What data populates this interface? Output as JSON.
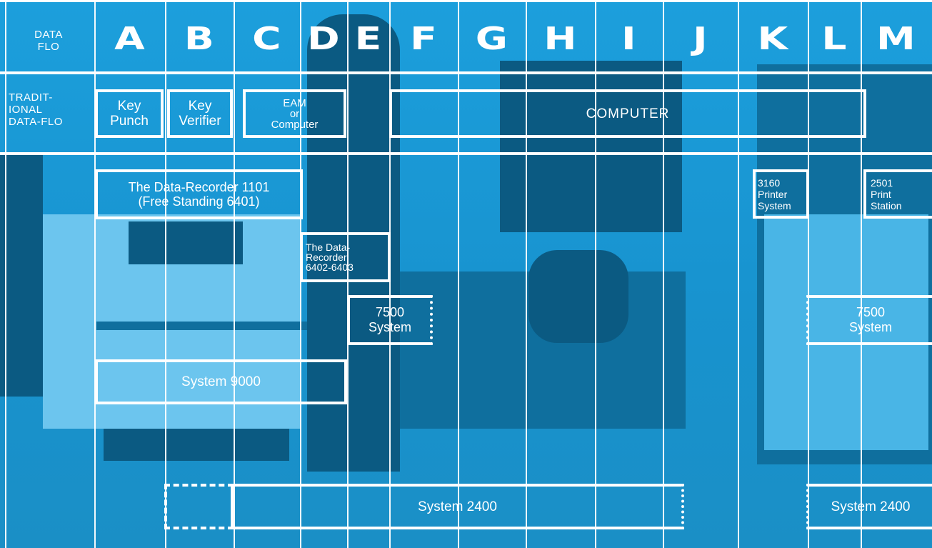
{
  "header": {
    "corner_label": "DATA\nFLO",
    "columns": [
      "A",
      "B",
      "C",
      "D",
      "E",
      "F",
      "G",
      "H",
      "I",
      "J",
      "K",
      "L",
      "M"
    ]
  },
  "traditional_row": {
    "label": "TRADIT-\nIONAL\nDATA-FLO",
    "key_punch": "Key\nPunch",
    "key_verifier": "Key\nVerifier",
    "eam": "EAM\nor\nComputer",
    "computer": "COMPUTER"
  },
  "systems": {
    "data_recorder_1101": "The Data-Recorder 1101\n(Free Standing 6401)",
    "data_recorder_6402": "The Data-\nRecorder\n6402-6403",
    "system_7500_left": "7500\nSystem",
    "system_9000": "System 9000",
    "system_2400_main": "System 2400",
    "printer_3160": "3160\nPrinter\nSystem",
    "print_station_2501": "2501\nPrint\nStation",
    "system_7500_right": "7500\nSystem",
    "system_2400_right": "System 2400"
  }
}
